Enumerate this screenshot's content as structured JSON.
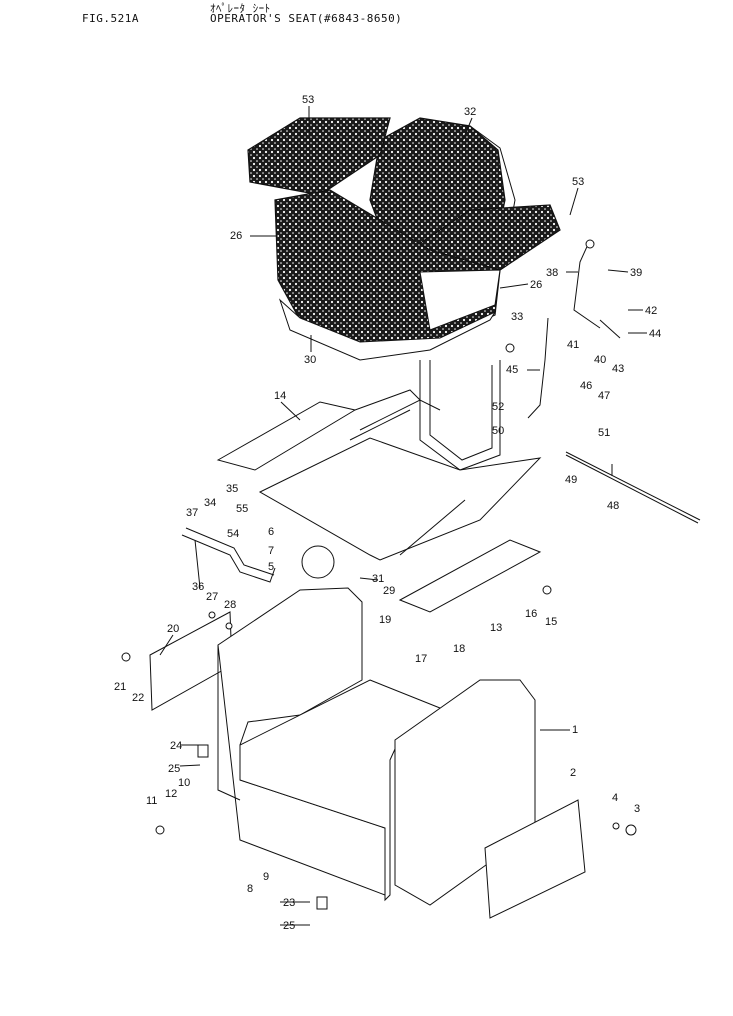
{
  "header": {
    "figure_id": "FIG.521A",
    "japanese_title": "ｵﾍﾟﾚｰﾀ ｼｰﾄ",
    "title": "OPERATOR'S SEAT(#6843-8650)"
  },
  "callouts": [
    "53",
    "32",
    "53",
    "26",
    "26",
    "39",
    "38",
    "42",
    "44",
    "33",
    "41",
    "40",
    "43",
    "30",
    "45",
    "46",
    "47",
    "52",
    "51",
    "50",
    "49",
    "48",
    "14",
    "35",
    "34",
    "55",
    "37",
    "54",
    "6",
    "7",
    "5",
    "31",
    "36",
    "29",
    "27",
    "28",
    "16",
    "15",
    "19",
    "13",
    "20",
    "17",
    "18",
    "21",
    "22",
    "1",
    "24",
    "25",
    "10",
    "2",
    "4",
    "3",
    "11",
    "12",
    "9",
    "8",
    "23",
    "25"
  ]
}
